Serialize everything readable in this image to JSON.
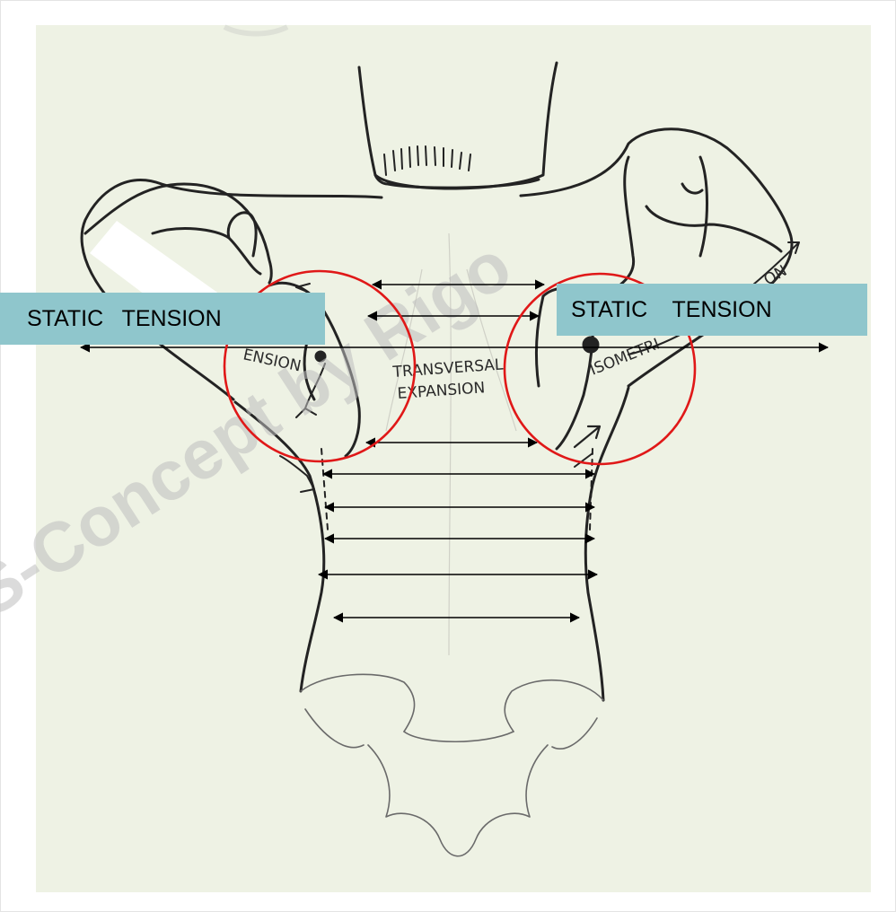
{
  "labels": {
    "left": "STATIC   TENSION",
    "right": "STATIC    TENSION"
  },
  "handwritten": {
    "transversal": "TRANSVERSAL",
    "expansion": "EXPANSION",
    "isometric": "ISOMETRI",
    "tension_left": "ENSION",
    "tension_right": "ON"
  },
  "watermark": "S-Concept by Rigo",
  "colors": {
    "paper": "#eef2e4",
    "label_fill": "#8fc6cc",
    "circle": "#e01818",
    "arrow": "#000000",
    "pencil": "#2a2a2a"
  }
}
